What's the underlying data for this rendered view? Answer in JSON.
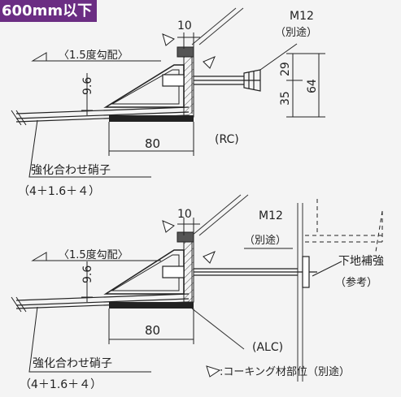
{
  "title": "600mm以下",
  "top": {
    "dim_top": "10",
    "bolt_label": "M12",
    "bolt_sub": "（別途）",
    "slope": "〈1.5度勾配〉",
    "dim_left": "9.6",
    "dim_29": "29",
    "dim_35": "35",
    "dim_64": "64",
    "dim_80": "80",
    "substrate": "(RC)",
    "glass_label": "強化合わせ硝子",
    "glass_spec": "（4＋1.6＋４）"
  },
  "bottom": {
    "dim_top": "10",
    "bolt_label": "M12",
    "bolt_sub": "（別途）",
    "slope": "〈1.5度勾配〉",
    "dim_left": "9.6",
    "dim_80": "80",
    "substrate": "(ALC)",
    "glass_label": "強化合わせ硝子",
    "glass_spec": "（4＋1.6＋４）",
    "reinforce_label": "下地補強",
    "reinforce_sub": "（参考）"
  },
  "legend": ":コーキング材部位（別途）"
}
